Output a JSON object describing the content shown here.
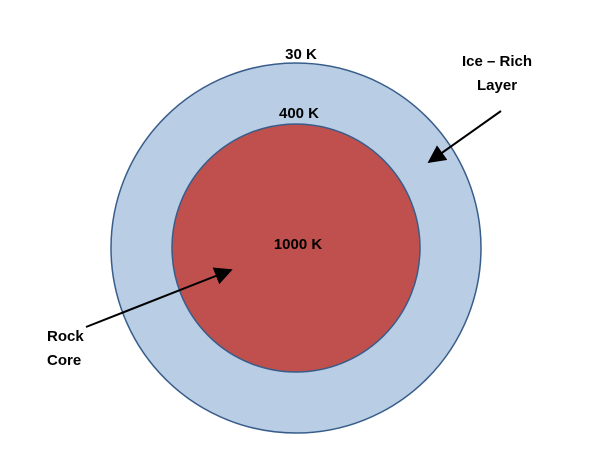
{
  "diagram": {
    "temperatures": {
      "surface": "30 K",
      "boundary": "400 K",
      "center": "1000 K"
    },
    "layers": {
      "outer": {
        "name_line1": "Ice – Rich",
        "name_line2": "Layer"
      },
      "inner": {
        "name_line1": "Rock",
        "name_line2": "Core"
      }
    },
    "colors": {
      "ice_layer_fill": "#b9cde5",
      "rock_core_fill": "#c0504d",
      "outline": "#385d8a",
      "arrow": "#000000"
    }
  }
}
